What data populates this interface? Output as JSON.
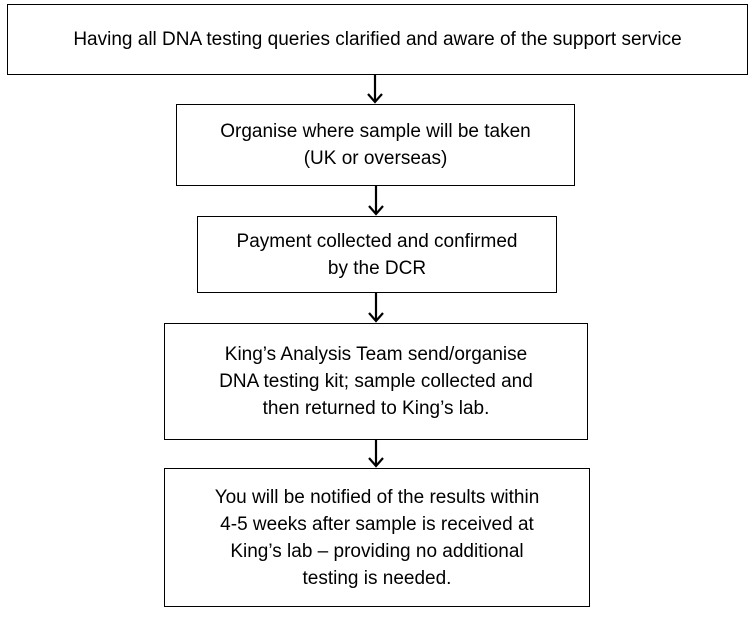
{
  "flowchart": {
    "steps": [
      {
        "lines": [
          "Having all DNA testing queries clarified and aware of the support service"
        ]
      },
      {
        "lines": [
          "Organise where sample will be taken",
          "(UK or overseas)"
        ]
      },
      {
        "lines": [
          "Payment collected and confirmed",
          "by the DCR"
        ]
      },
      {
        "lines": [
          "King’s Analysis Team send/organise",
          "DNA testing kit; sample collected and",
          "then returned to King’s lab."
        ]
      },
      {
        "lines": [
          "You will be notified of the results within",
          "4-5 weeks after sample is received at",
          "King’s lab – providing no additional",
          "testing is needed."
        ]
      }
    ]
  }
}
